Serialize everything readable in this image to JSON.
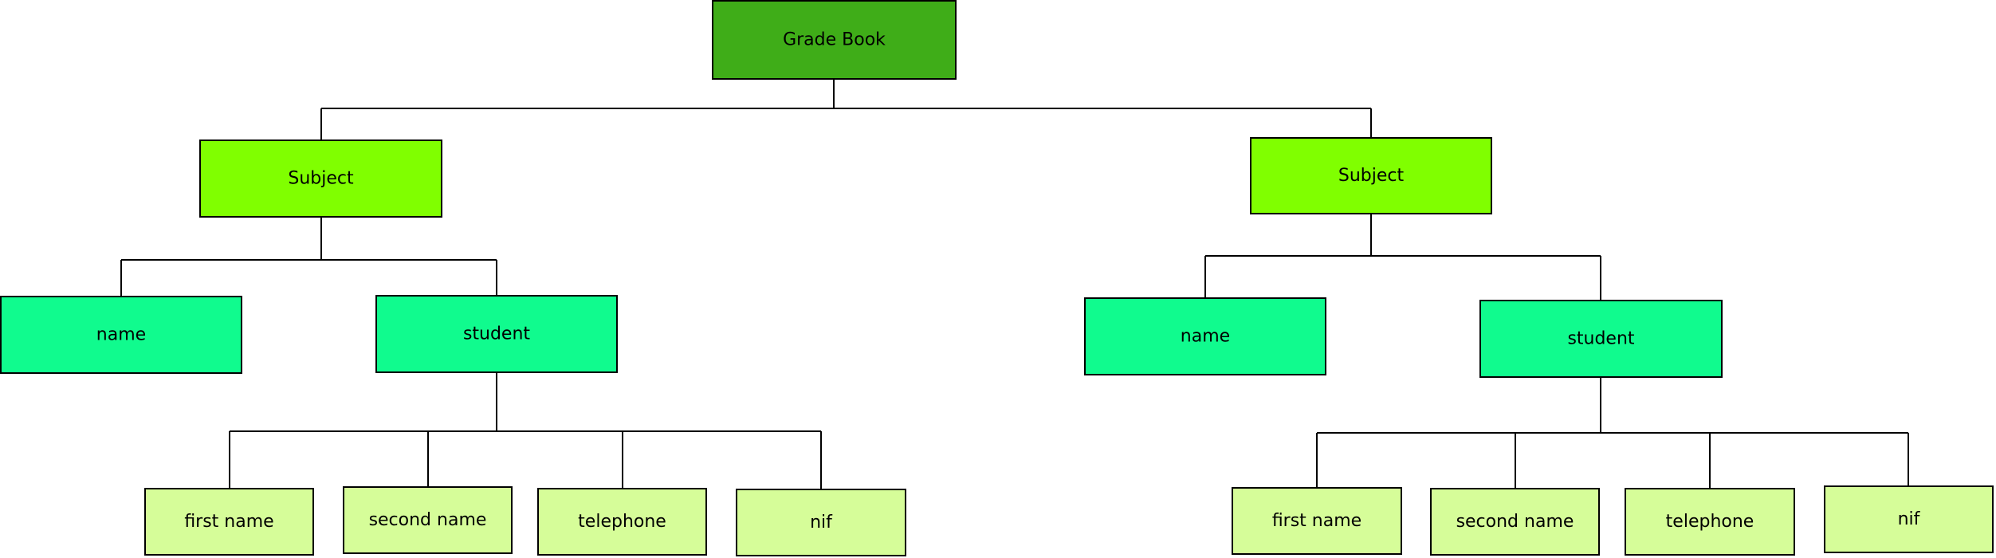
{
  "colors": {
    "root": "#3fad18",
    "subject": "#80ff00",
    "field": "#10fb8e",
    "leaf": "#d6fd99",
    "line": "#000000"
  },
  "tree": {
    "root": "Grade Book",
    "subjects": [
      {
        "label": "Subject",
        "name_label": "name",
        "student": {
          "label": "student",
          "fields": [
            "first name",
            "second name",
            "telephone",
            "nif"
          ]
        }
      },
      {
        "label": "Subject",
        "name_label": "name",
        "student": {
          "label": "student",
          "fields": [
            "first name",
            "second name",
            "telephone",
            "nif"
          ]
        }
      }
    ]
  }
}
